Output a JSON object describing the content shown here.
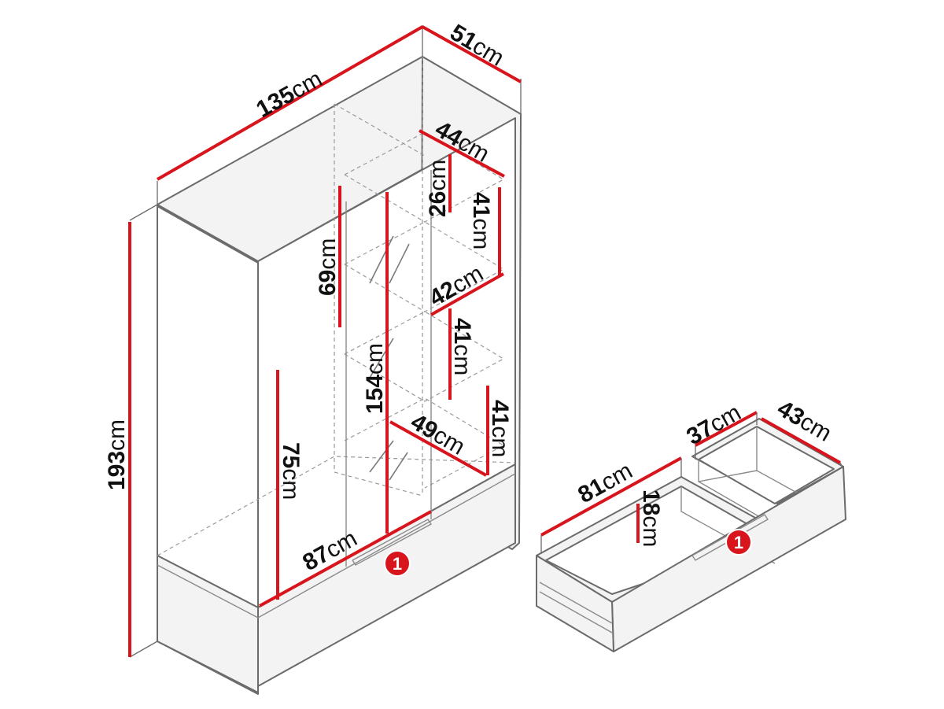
{
  "unit": "cm",
  "colors": {
    "dimension": "#d8141c",
    "outline": "#6b6b6b",
    "badge": "#d8141c"
  },
  "wardrobe": {
    "width": "135",
    "depth": "51",
    "height": "193",
    "shelf_depth": "44",
    "shelf_gap_top": "26",
    "shelf_gap_2": "41",
    "shelf_width": "42",
    "shelf_gap_3": "41",
    "shelf_gap_4": "41",
    "bottom_shelf_width": "49",
    "upper_rail_height": "69",
    "middle_height": "154",
    "left_height": "75",
    "inner_width": "87"
  },
  "drawer": {
    "length": "81",
    "height": "18",
    "front_depth": "37",
    "depth": "43"
  },
  "badges": {
    "wardrobe_drawer": "1",
    "drawer_detail": "1"
  }
}
